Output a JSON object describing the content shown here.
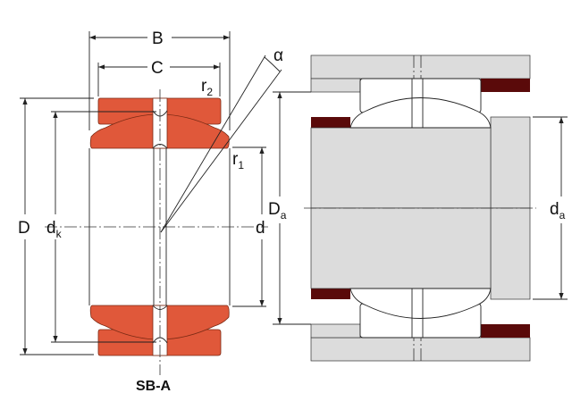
{
  "caption": "SB-A",
  "labels": {
    "B": "B",
    "C": "C",
    "D": "D",
    "dk_main": "d",
    "dk_sub": "k",
    "d": "d",
    "r2_main": "r",
    "r2_sub": "2",
    "r1_main": "r",
    "r1_sub": "1",
    "alpha": "α",
    "Da_main": "D",
    "Da_sub": "a",
    "da_main": "d",
    "da_sub": "a"
  },
  "colors": {
    "ring": "#e0583a",
    "housing_gray": "#dcdcdc",
    "seal": "#5a0a0a"
  }
}
